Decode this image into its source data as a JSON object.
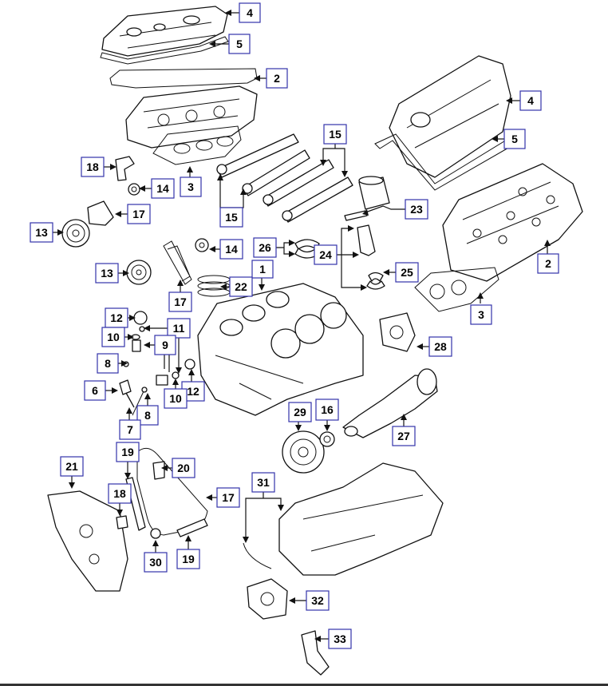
{
  "callouts": [
    {
      "id": "c4a",
      "label": "4"
    },
    {
      "id": "c5a",
      "label": "5"
    },
    {
      "id": "c2a",
      "label": "2"
    },
    {
      "id": "c4b",
      "label": "4"
    },
    {
      "id": "c5b",
      "label": "5"
    },
    {
      "id": "c15a",
      "label": "15"
    },
    {
      "id": "c18a",
      "label": "18"
    },
    {
      "id": "c14a",
      "label": "14"
    },
    {
      "id": "c3a",
      "label": "3"
    },
    {
      "id": "c15b",
      "label": "15"
    },
    {
      "id": "c23",
      "label": "23"
    },
    {
      "id": "c13a",
      "label": "13"
    },
    {
      "id": "c17a",
      "label": "17"
    },
    {
      "id": "c14b",
      "label": "14"
    },
    {
      "id": "c26",
      "label": "26"
    },
    {
      "id": "c24",
      "label": "24"
    },
    {
      "id": "c2b",
      "label": "2"
    },
    {
      "id": "c13b",
      "label": "13"
    },
    {
      "id": "c1",
      "label": "1"
    },
    {
      "id": "c25",
      "label": "25"
    },
    {
      "id": "c22",
      "label": "22"
    },
    {
      "id": "c17b",
      "label": "17"
    },
    {
      "id": "c3b",
      "label": "3"
    },
    {
      "id": "c12a",
      "label": "12"
    },
    {
      "id": "c11",
      "label": "11"
    },
    {
      "id": "c10a",
      "label": "10"
    },
    {
      "id": "c9",
      "label": "9"
    },
    {
      "id": "c28",
      "label": "28"
    },
    {
      "id": "c8a",
      "label": "8"
    },
    {
      "id": "c12b",
      "label": "12"
    },
    {
      "id": "c6",
      "label": "6"
    },
    {
      "id": "c10b",
      "label": "10"
    },
    {
      "id": "c8b",
      "label": "8"
    },
    {
      "id": "c29",
      "label": "29"
    },
    {
      "id": "c16",
      "label": "16"
    },
    {
      "id": "c7",
      "label": "7"
    },
    {
      "id": "c27",
      "label": "27"
    },
    {
      "id": "c19a",
      "label": "19"
    },
    {
      "id": "c21",
      "label": "21"
    },
    {
      "id": "c20",
      "label": "20"
    },
    {
      "id": "c31",
      "label": "31"
    },
    {
      "id": "c18b",
      "label": "18"
    },
    {
      "id": "c17c",
      "label": "17"
    },
    {
      "id": "c30",
      "label": "30"
    },
    {
      "id": "c19b",
      "label": "19"
    },
    {
      "id": "c32",
      "label": "32"
    },
    {
      "id": "c33",
      "label": "33"
    }
  ]
}
